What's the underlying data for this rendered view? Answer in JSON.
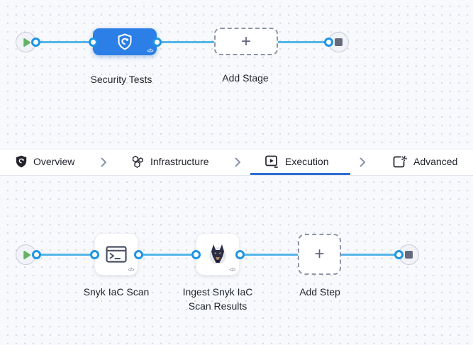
{
  "stage_canvas": {
    "stage_label": "Security Tests",
    "add_stage_label": "Add Stage",
    "plus": "+",
    "code_glyph": "</>"
  },
  "tab_bar": {
    "active_tab": "Execution",
    "tabs": [
      {
        "label": "Overview",
        "icon": "shield-gear-icon"
      },
      {
        "label": "Infrastructure",
        "icon": "hexagons-icon"
      },
      {
        "label": "Execution",
        "icon": "play-window-icon"
      },
      {
        "label": "Advanced",
        "icon": "gear-square-icon"
      }
    ]
  },
  "step_canvas": {
    "step1_label": "Snyk IaC Scan",
    "step2_label": "Ingest Snyk IaC Scan Results",
    "add_step_label": "Add Step",
    "plus": "+",
    "code_glyph": "</>"
  },
  "colors": {
    "connector_blue": "#54b5e9",
    "connector_point_blue": "#1d95e6",
    "stage_blue": "#2b7fe6",
    "active_tab_underline": "#2a6dd5",
    "play_green": "#63b465",
    "canvas_background": "#f7f9fc"
  }
}
